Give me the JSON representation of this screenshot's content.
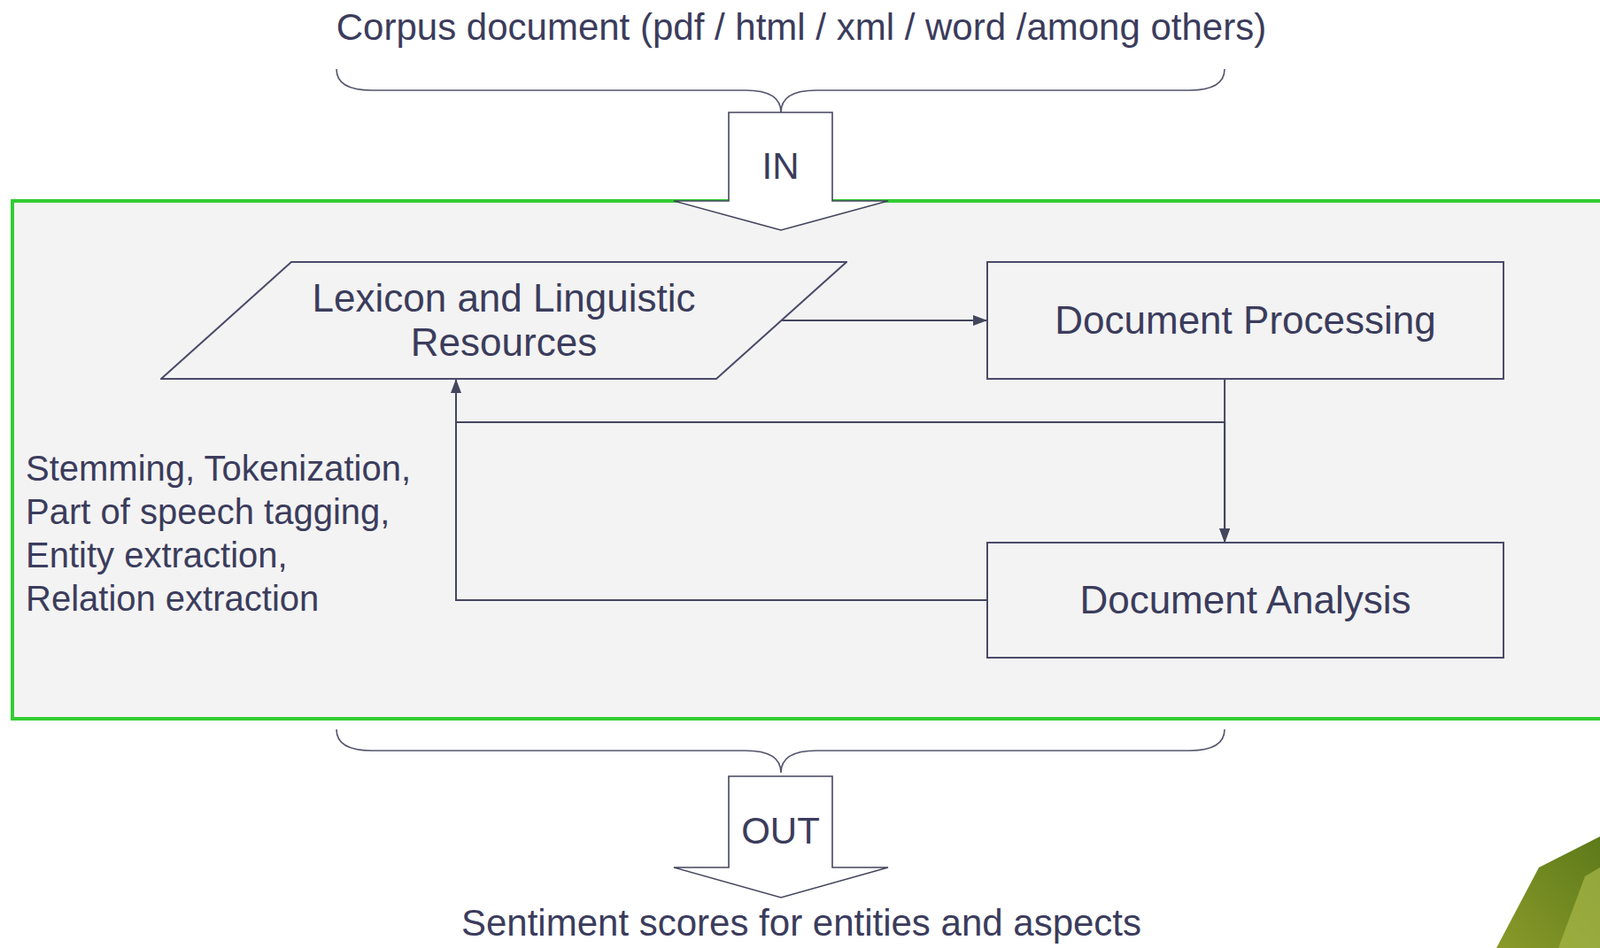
{
  "diagram": {
    "nodes": [
      {
        "text": [
          "Lexicon and Linguistic Resources"
        ]
      },
      {
        "text": [
          "Document Processing"
        ]
      },
      {
        "text": [
          "Document Analysis"
        ]
      }
    ],
    "edges": [
      {
        "from": 0,
        "to": 1,
        "arrow": "to"
      },
      {
        "from": 1,
        "to": 2,
        "arrow": "to"
      },
      {
        "from": 2,
        "to": 0,
        "arrow": "to"
      },
      {
        "from": 0,
        "to": 2,
        "arrow": "to"
      }
    ],
    "labels": [
      "Corpus document (pdf / html / xml / word /among others)",
      "IN",
      "Stemming, Tokenization, Part of speech tagging, Entity extraction, Relation extraction",
      "OUT",
      "Sentiment scores for entities and aspects"
    ]
  }
}
